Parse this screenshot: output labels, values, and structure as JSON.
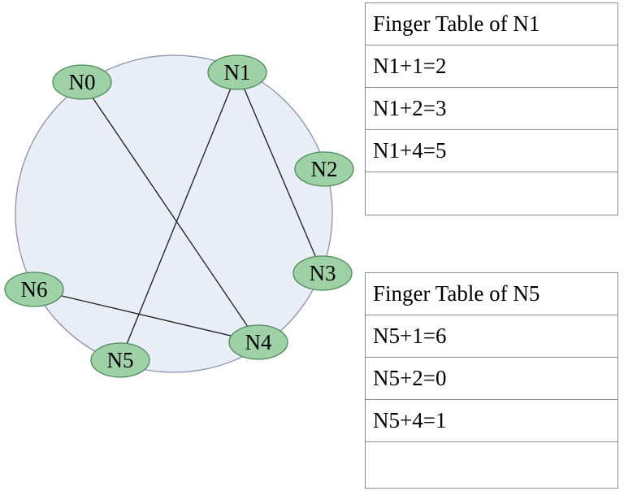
{
  "colors": {
    "ring_fill": "#e9edf6",
    "ring_stroke": "#8a90a8",
    "node_fill": "#9ed1a6",
    "node_stroke": "#4e8a5c",
    "edge_stroke": "#1a1a1a",
    "table_border": "#8c8c8c"
  },
  "ring": {
    "nodes": [
      {
        "id": "N0",
        "label": "N0"
      },
      {
        "id": "N1",
        "label": "N1"
      },
      {
        "id": "N2",
        "label": "N2"
      },
      {
        "id": "N3",
        "label": "N3"
      },
      {
        "id": "N4",
        "label": "N4"
      },
      {
        "id": "N5",
        "label": "N5"
      },
      {
        "id": "N6",
        "label": "N6"
      }
    ],
    "edges": [
      {
        "from": "N0",
        "to": "N4"
      },
      {
        "from": "N1",
        "to": "N3"
      },
      {
        "from": "N1",
        "to": "N5"
      },
      {
        "from": "N6",
        "to": "N4"
      }
    ]
  },
  "tables": [
    {
      "id": "n1",
      "title": "Finger Table of N1",
      "rows": [
        "N1+1=2",
        "N1+2=3",
        "N1+4=5",
        ""
      ]
    },
    {
      "id": "n5",
      "title": "Finger Table of N5",
      "rows": [
        "N5+1=6",
        "N5+2=0",
        "N5+4=1",
        ""
      ]
    }
  ]
}
